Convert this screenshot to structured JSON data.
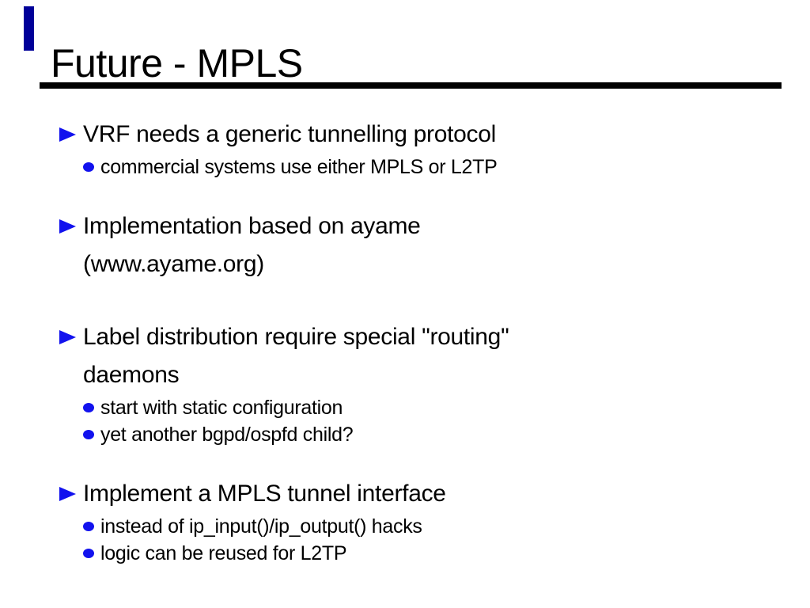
{
  "slide": {
    "title": "Future - MPLS",
    "colors": {
      "background": "#ffffff",
      "text": "#000000",
      "bullet_blue": "#1212ee",
      "corner_bar_navy": "#000099",
      "title_rule_black": "#000000"
    },
    "bullets": [
      {
        "lines": [
          "VRF needs a generic tunnelling protocol"
        ],
        "subs": [
          "commercial systems use either MPLS or L2TP"
        ]
      },
      {
        "lines": [
          "Implementation based on ayame",
          "(www.ayame.org)"
        ],
        "subs": []
      },
      {
        "lines": [
          "Label distribution require special \"routing\"",
          "daemons"
        ],
        "subs": [
          "start with static configuration",
          "yet another bgpd/ospfd child?"
        ]
      },
      {
        "lines": [
          "Implement a MPLS tunnel interface"
        ],
        "subs": [
          "instead of ip_input()/ip_output() hacks",
          "logic can be reused for L2TP"
        ]
      }
    ]
  }
}
